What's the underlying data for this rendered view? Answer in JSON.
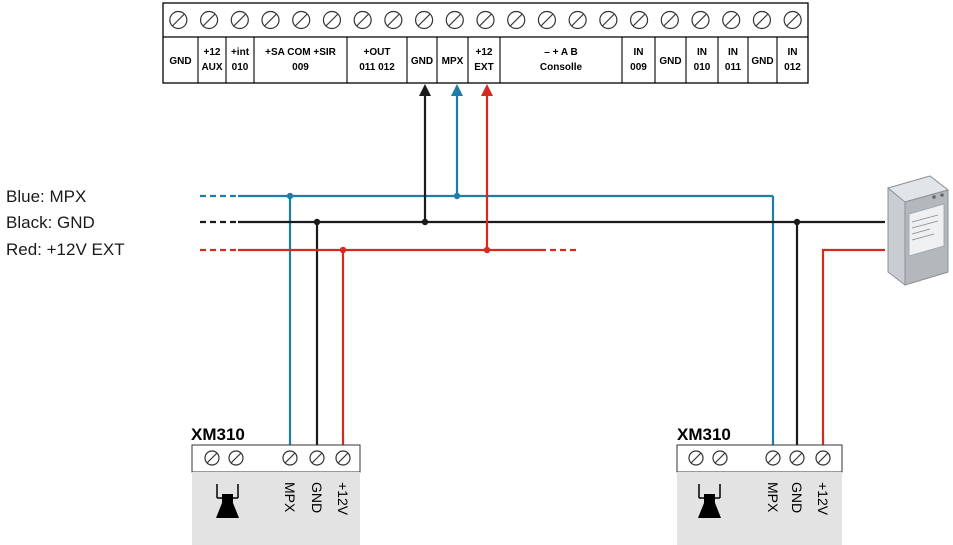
{
  "colors": {
    "blue": "#1f7ea8",
    "black": "#1a1a1a",
    "red": "#d42a20",
    "module_fill": "#e3e3e3",
    "terminal_fill": "#ffffff"
  },
  "terminal_block": {
    "label_cells": [
      {
        "lines": [
          "GND"
        ]
      },
      {
        "lines": [
          "+12",
          "AUX"
        ]
      },
      {
        "lines": [
          "+int",
          "010"
        ]
      },
      {
        "lines": [
          "+SA  COM  +SIR",
          "009"
        ]
      },
      {
        "lines": [
          "+OUT",
          "011   012"
        ]
      },
      {
        "lines": [
          "GND"
        ]
      },
      {
        "lines": [
          "MPX"
        ]
      },
      {
        "lines": [
          "+12",
          "EXT"
        ]
      },
      {
        "lines": [
          "–      +     A       B",
          "Consolle"
        ]
      },
      {
        "lines": [
          "IN",
          "009"
        ]
      },
      {
        "lines": [
          "GND"
        ]
      },
      {
        "lines": [
          "IN",
          "010"
        ]
      },
      {
        "lines": [
          "IN",
          "011"
        ]
      },
      {
        "lines": [
          "GND"
        ]
      },
      {
        "lines": [
          "IN",
          "012"
        ]
      }
    ]
  },
  "legend": [
    {
      "text": "Blue: MPX",
      "color": "blue"
    },
    {
      "text": "Black: GND",
      "color": "black"
    },
    {
      "text": "Red: +12V EXT",
      "color": "red"
    }
  ],
  "modules": [
    {
      "title": "XM310",
      "terminals": [
        "MPX",
        "GND",
        "+12V"
      ],
      "icon": "siren-icon"
    },
    {
      "title": "XM310",
      "terminals": [
        "MPX",
        "GND",
        "+12V"
      ],
      "icon": "siren-icon"
    }
  ],
  "power_supply": {
    "icon": "din-rail-power-supply-icon"
  }
}
